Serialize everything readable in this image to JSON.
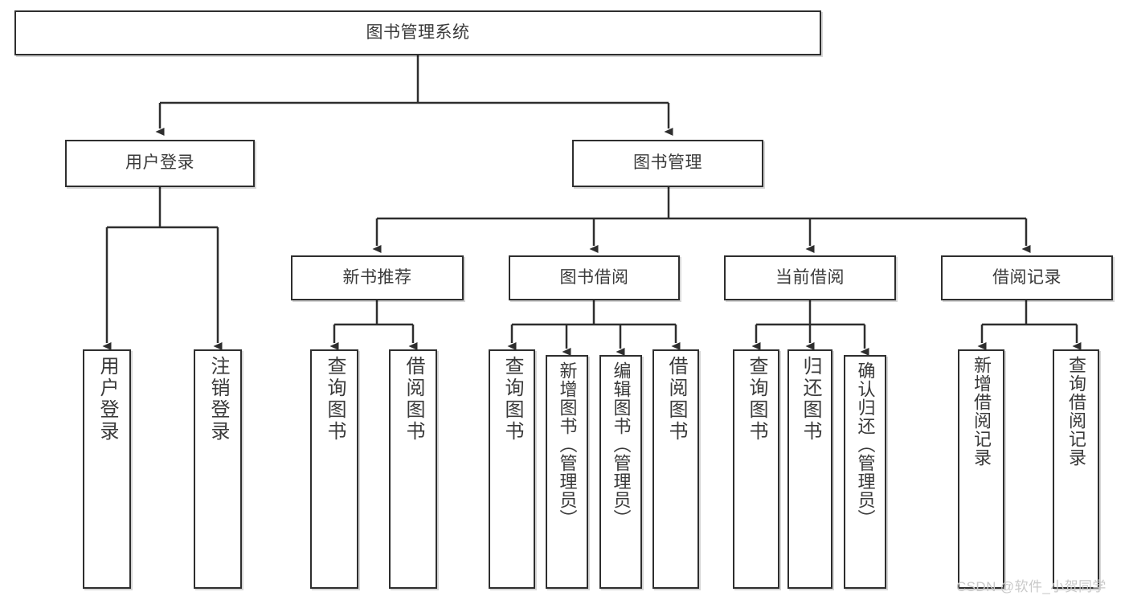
{
  "diagram": {
    "title": "图书管理系统",
    "type": "tree-hierarchy",
    "root": {
      "label": "图书管理系统"
    },
    "level2": [
      {
        "label": "用户登录"
      },
      {
        "label": "图书管理"
      }
    ],
    "level3": [
      {
        "label": "新书推荐"
      },
      {
        "label": "图书借阅"
      },
      {
        "label": "当前借阅"
      },
      {
        "label": "借阅记录"
      }
    ],
    "leaves": {
      "user_login": [
        {
          "label": "用户登录"
        },
        {
          "label": "注销登录"
        }
      ],
      "new_book_recommend": [
        {
          "label": "查询图书"
        },
        {
          "label": "借阅图书"
        }
      ],
      "book_borrow": [
        {
          "label": "查询图书"
        },
        {
          "label": "新增图书（管理员）"
        },
        {
          "label": "编辑图书（管理员）"
        },
        {
          "label": "借阅图书"
        }
      ],
      "current_borrow": [
        {
          "label": "查询图书"
        },
        {
          "label": "归还图书"
        },
        {
          "label": "确认归还（管理员）"
        }
      ],
      "borrow_record": [
        {
          "label": "新增借阅记录"
        },
        {
          "label": "查询借阅记录"
        }
      ]
    }
  },
  "watermark": {
    "text": "CSDN @软件_小贺同学"
  },
  "colors": {
    "border": "#2e2e2e",
    "text": "#3a3a3a",
    "background": "#ffffff",
    "watermark": "#c9c9c9"
  }
}
